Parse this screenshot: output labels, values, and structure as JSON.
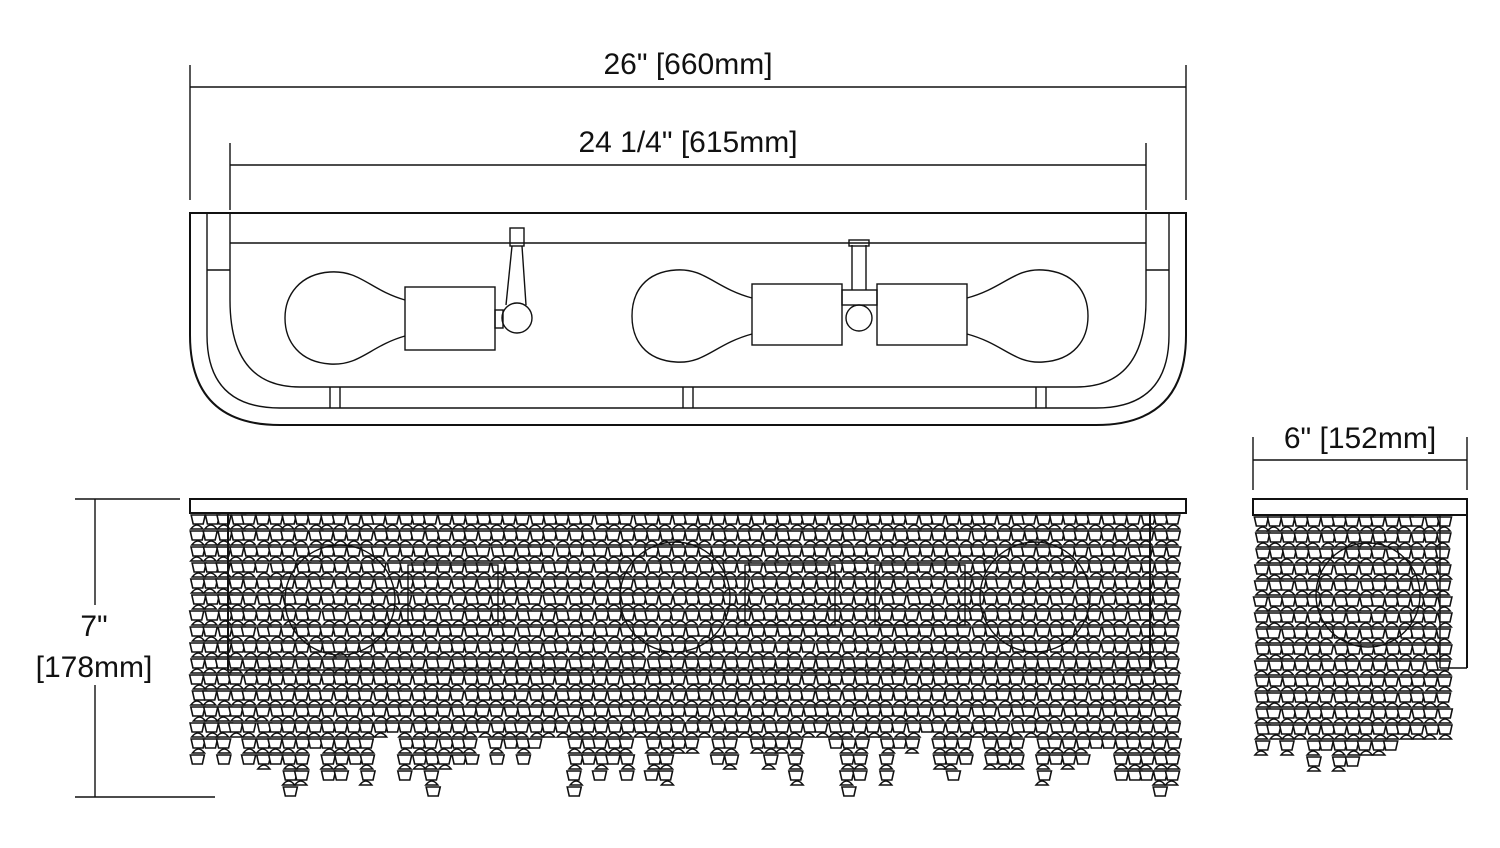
{
  "dimensions": {
    "overall_width": "26\" [660mm]",
    "inner_width": "24 1/4\" [615mm]",
    "height_in": "7\"",
    "height_mm": "[178mm]",
    "depth": "6\" [152mm]"
  },
  "views": {
    "top": {
      "bulb_count": 3
    },
    "front": {
      "strand_style": "crystal"
    },
    "side": {
      "strand_style": "crystal"
    }
  },
  "colors": {
    "line": "#111111",
    "background": "#ffffff"
  }
}
